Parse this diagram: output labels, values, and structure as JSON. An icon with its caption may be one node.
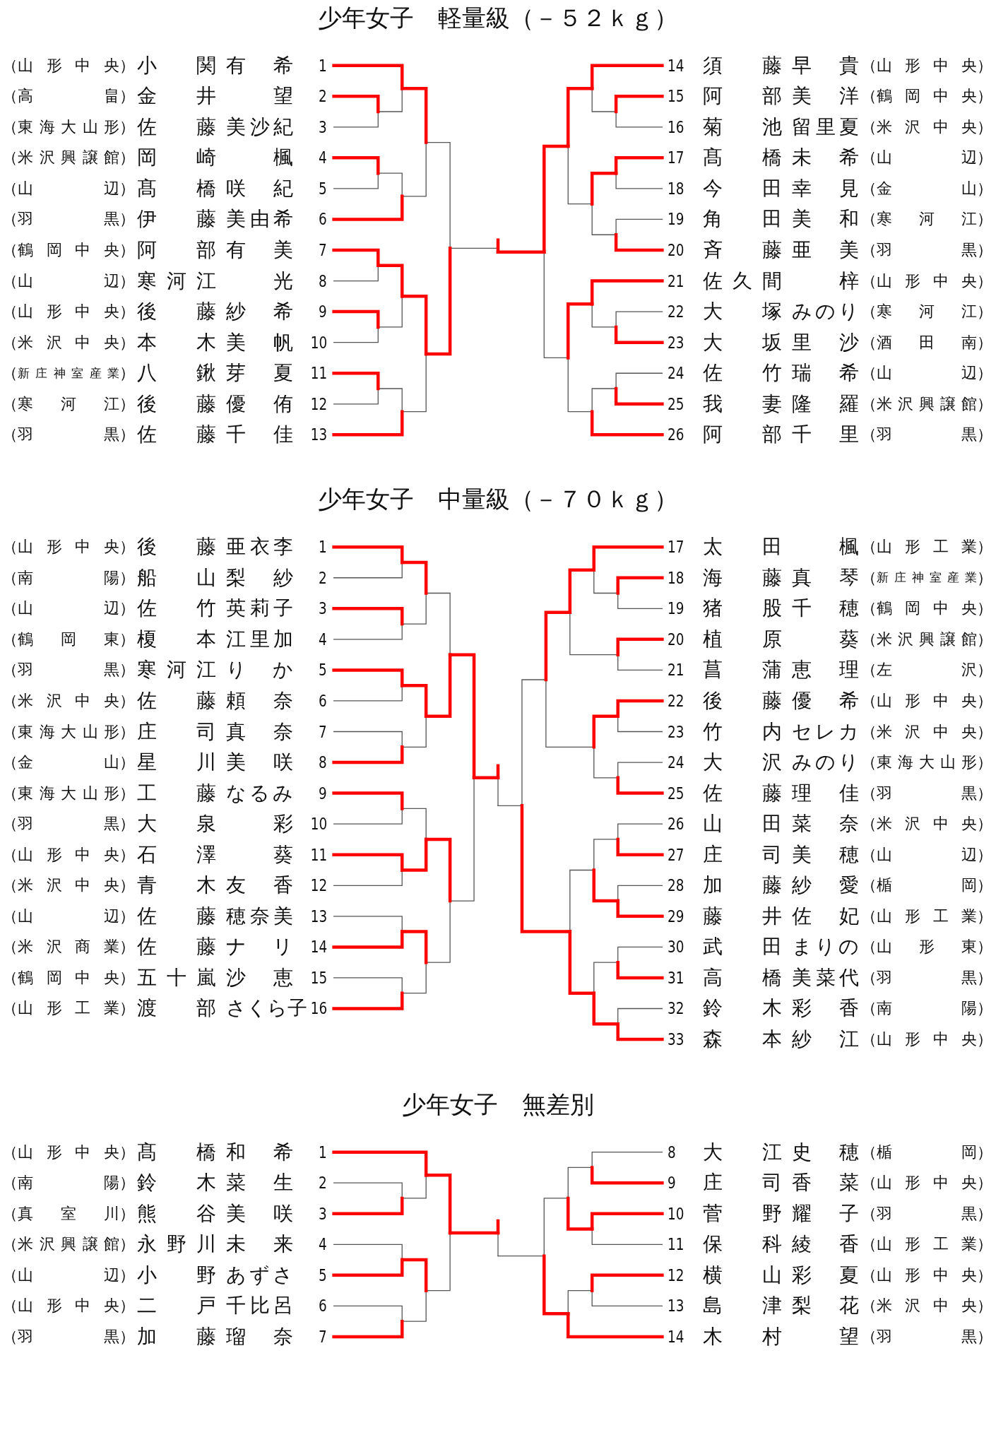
{
  "diagram": {
    "labels": [
      "少年女子　軽量級（－５２ｋｇ）",
      "（山形中央）",
      "小関 有希",
      "1",
      "（高畠）",
      "金井 望",
      "2",
      "（東海大山形）",
      "佐藤 美沙紀",
      "3",
      "（米沢興譲館）",
      "岡崎 楓",
      "4",
      "（山辺）",
      "髙橋 咲紀",
      "5",
      "（羽黒）",
      "伊藤 美由希",
      "6",
      "（鶴岡中央）",
      "阿部 有美",
      "7",
      "（山辺）",
      "寒河江 光",
      "8",
      "（山形中央）",
      "後藤 紗希",
      "9",
      "（米沢中央）",
      "本木 美帆",
      "10",
      "（新庄神室産業）",
      "八鍬 芽夏",
      "11",
      "（寒河江）",
      "後藤 優侑",
      "12",
      "（羽黒）",
      "佐藤 千佳",
      "13",
      "14",
      "須藤 早貴",
      "（山形中央）",
      "15",
      "阿部 美洋",
      "（鶴岡中央）",
      "16",
      "菊池 留里夏",
      "（米沢中央）",
      "17",
      "髙橋 未希",
      "（山辺）",
      "18",
      "今田 幸見",
      "（金山）",
      "19",
      "角田 美和",
      "（寒河江）",
      "20",
      "斉藤 亜美",
      "（羽黒）",
      "21",
      "佐久間 梓",
      "（山形中央）",
      "22",
      "大塚 みのり",
      "（寒河江）",
      "23",
      "大坂 里沙",
      "（酒田南）",
      "24",
      "佐竹 瑞希",
      "（山辺）",
      "25",
      "我妻 隆羅",
      "（米沢興譲館）",
      "26",
      "阿部 千里",
      "（羽黒）",
      "少年女子　中量級（－７０ｋｇ）",
      "（山形中央）",
      "後藤 亜衣李",
      "1",
      "（南陽）",
      "船山 梨紗",
      "2",
      "（山辺）",
      "佐竹 英莉子",
      "3",
      "（鶴岡東）",
      "榎本 江里加",
      "4",
      "（羽黒）",
      "寒河江 りか",
      "5",
      "（米沢中央）",
      "佐藤 頼奈",
      "6",
      "（東海大山形）",
      "庄司 真奈",
      "7",
      "（金山）",
      "星川 美咲",
      "8",
      "（東海大山形）",
      "工藤 なるみ",
      "9",
      "（羽黒）",
      "大泉 彩",
      "10",
      "（山形中央）",
      "石澤 葵",
      "11",
      "（米沢中央）",
      "青木 友香",
      "12",
      "（山辺）",
      "佐藤 穂奈美",
      "13",
      "（米沢商業）",
      "佐藤 ナリ",
      "14",
      "（鶴岡中央）",
      "五十嵐 沙恵",
      "15",
      "（山形工業）",
      "渡部 さくら子",
      "16",
      "17",
      "太田 楓",
      "（山形工業）",
      "18",
      "海藤 真琴",
      "（新庄神室産業）",
      "19",
      "猪股 千穂",
      "（鶴岡中央）",
      "20",
      "植原 葵",
      "（米沢興譲館）",
      "21",
      "菖蒲 恵理",
      "（左沢）",
      "22",
      "後藤 優希",
      "（山形中央）",
      "23",
      "竹内 セレカ",
      "（米沢中央）",
      "24",
      "大沢 みのり",
      "（東海大山形）",
      "25",
      "佐藤 理佳",
      "（羽黒）",
      "26",
      "山田 菜奈",
      "（米沢中央）",
      "27",
      "庄司 美穂",
      "（山辺）",
      "28",
      "加藤 紗愛",
      "（楯岡）",
      "29",
      "藤井 佐妃",
      "（山形工業）",
      "30",
      "武田 まりの",
      "（山形東）",
      "31",
      "高橋 美菜代",
      "（羽黒）",
      "32",
      "鈴木 彩香",
      "（南陽）",
      "33",
      "森本 紗江",
      "（山形中央）",
      "少年女子　無差別",
      "（山形中央）",
      "髙橋 和希",
      "1",
      "（南陽）",
      "鈴木 菜生",
      "2",
      "（真室川）",
      "熊谷 美咲",
      "3",
      "（米沢興譲館）",
      "永野川 未来",
      "4",
      "（山辺）",
      "小野 あずさ",
      "5",
      "（山形中央）",
      "二戸 千比呂",
      "6",
      "（羽黒）",
      "加藤 瑠奈",
      "7",
      "8",
      "大江 史穂",
      "（楯岡）",
      "9",
      "庄司 香菜",
      "（山形中央）",
      "10",
      "菅野 耀子",
      "（羽黒）",
      "11",
      "保科 綾香",
      "（山形工業）",
      "12",
      "横山 彩夏",
      "（山形中央）",
      "13",
      "島津 梨花",
      "（米沢中央）",
      "14",
      "木村 望",
      "（羽黒）"
    ]
  }
}
